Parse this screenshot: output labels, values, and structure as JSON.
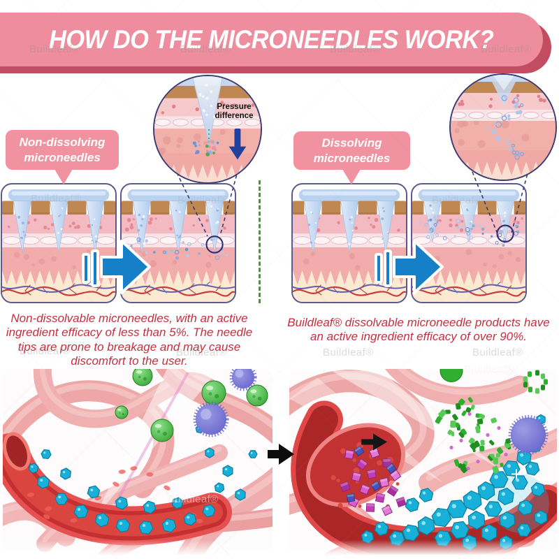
{
  "watermark": {
    "text": "Buildleaf®"
  },
  "header": {
    "title": "HOW DO THE MICRONEEDLES WORK?"
  },
  "comparison": {
    "left": {
      "label": "Non-dissolving microneedles",
      "inset_caption": "Pressure difference",
      "description": "Non-dissolvable microneedles, with an active ingredient efficacy of less than 5%. The needle tips are prone to breakage and may cause discomfort to the user."
    },
    "right": {
      "label": "Dissolving microneedles",
      "description": "Buildleaf® dissolvable microneedle products have an active ingredient efficacy of over 90%."
    }
  },
  "colors": {
    "banner_pink": "#ee8d9d",
    "banner_shadow": "#c24c61",
    "label_bubble_pink": "#f0929f",
    "description_red": "#c42f3e",
    "arrow_blue": "#157fc8",
    "divider_green": "#5b8a50",
    "pressure_arrow_navy": "#20409e",
    "particle_cyan": "#17b0d8",
    "particle_green": "#2fae2f",
    "particle_purple": "#7a7ad8",
    "particle_magenta": "#cf4ec2"
  }
}
